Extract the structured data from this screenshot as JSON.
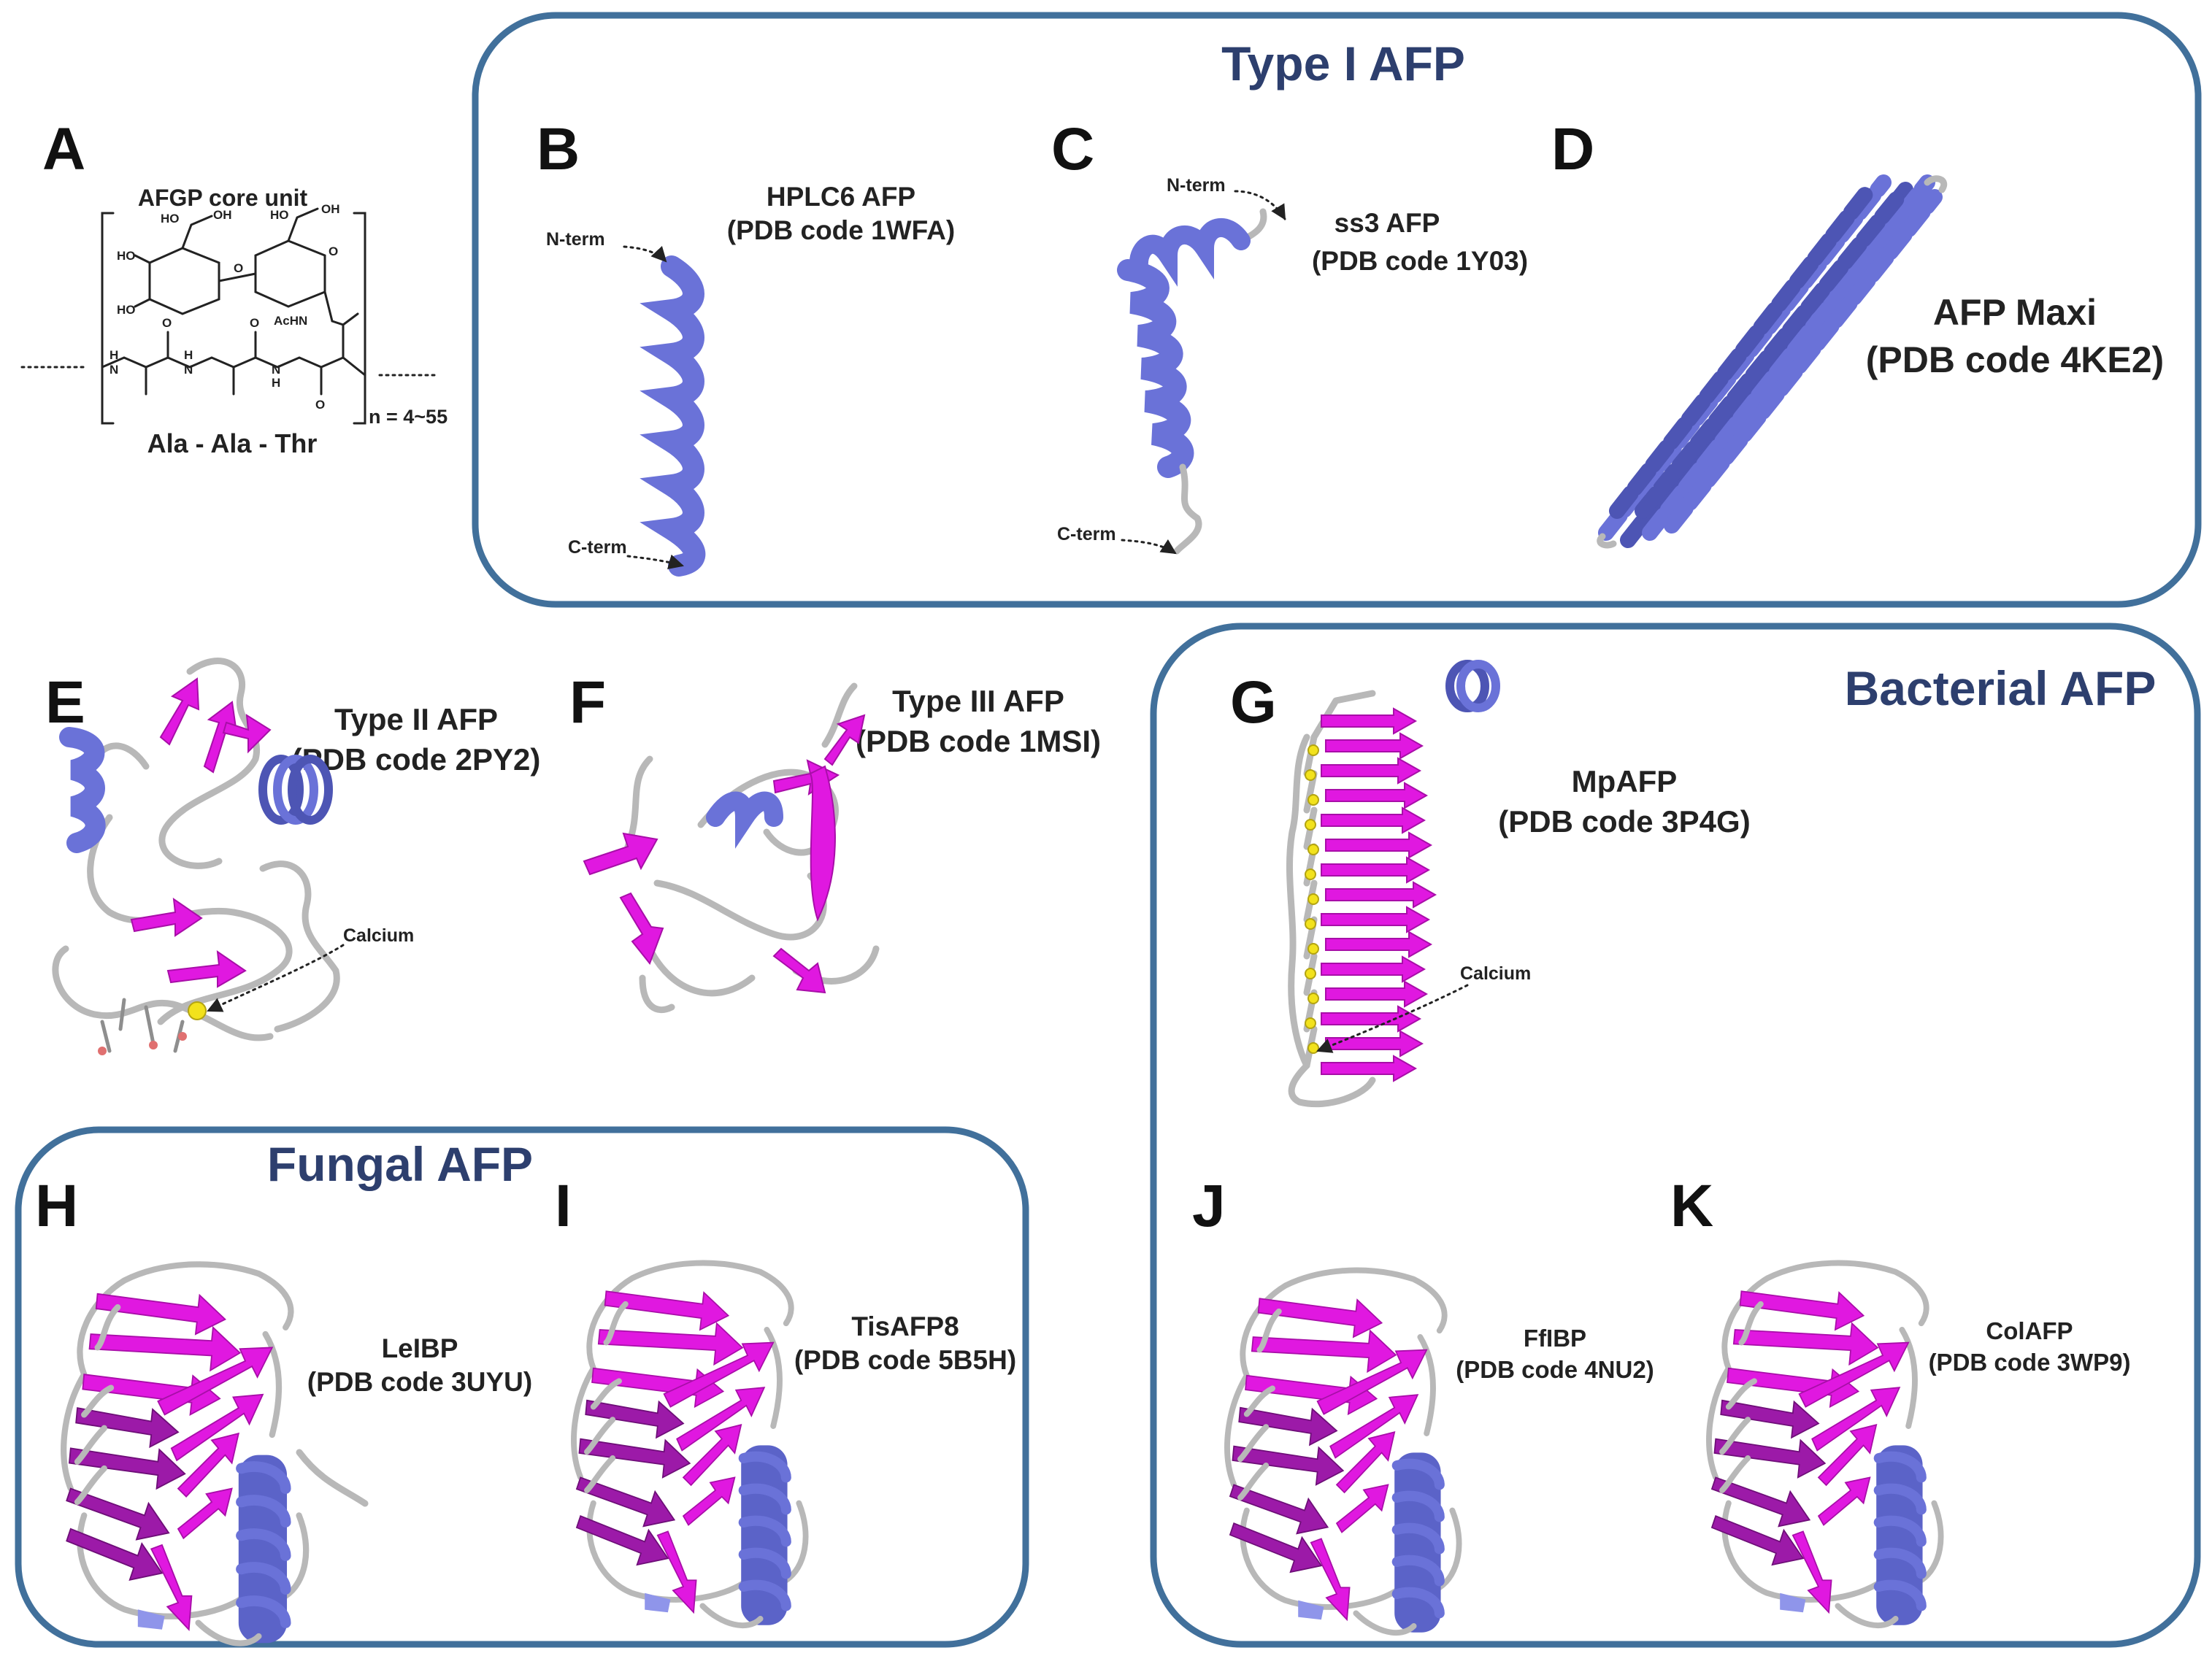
{
  "groups": {
    "type1": "Type I AFP",
    "bacterial": "Bacterial AFP",
    "fungal": "Fungal AFP"
  },
  "panels": {
    "A": {
      "letter": "A",
      "title": "AFGP core unit",
      "sequence": "Ala -  Ala - Thr",
      "repeat": "n = 4~55",
      "atoms": {
        "ho": "HO",
        "oh": "OH",
        "o": "O",
        "n": "N",
        "h": "H",
        "achn": "AcHN"
      }
    },
    "B": {
      "letter": "B",
      "name": "HPLC6 AFP",
      "code": "(PDB code 1WFA)",
      "nterm": "N-term",
      "cterm": "C-term"
    },
    "C": {
      "letter": "C",
      "name": "ss3 AFP",
      "code": "(PDB code 1Y03)",
      "nterm": "N-term",
      "cterm": "C-term"
    },
    "D": {
      "letter": "D",
      "name": "AFP Maxi",
      "code": "(PDB code 4KE2)"
    },
    "E": {
      "letter": "E",
      "name": "Type II AFP",
      "code": "(PDB code 2PY2)",
      "ion": "Calcium"
    },
    "F": {
      "letter": "F",
      "name": "Type III AFP",
      "code": "(PDB code 1MSI)"
    },
    "G": {
      "letter": "G",
      "name": "MpAFP",
      "code": "(PDB code 3P4G)",
      "ion": "Calcium"
    },
    "H": {
      "letter": "H",
      "name": "LeIBP",
      "code": "(PDB code 3UYU)"
    },
    "I": {
      "letter": "I",
      "name": "TisAFP8",
      "code": "(PDB code 5B5H)"
    },
    "J": {
      "letter": "J",
      "name": "FfIBP",
      "code": "(PDB code 4NU2)"
    },
    "K": {
      "letter": "K",
      "name": "ColAFP",
      "code": "(PDB code 3WP9)"
    }
  },
  "colors": {
    "group_border": "#41709b",
    "group_title": "#2d3f6e",
    "helix": "#6a72d8",
    "strand": "#e018e0",
    "coil": "#b8b8b8",
    "calcium": "#f2e21c"
  }
}
